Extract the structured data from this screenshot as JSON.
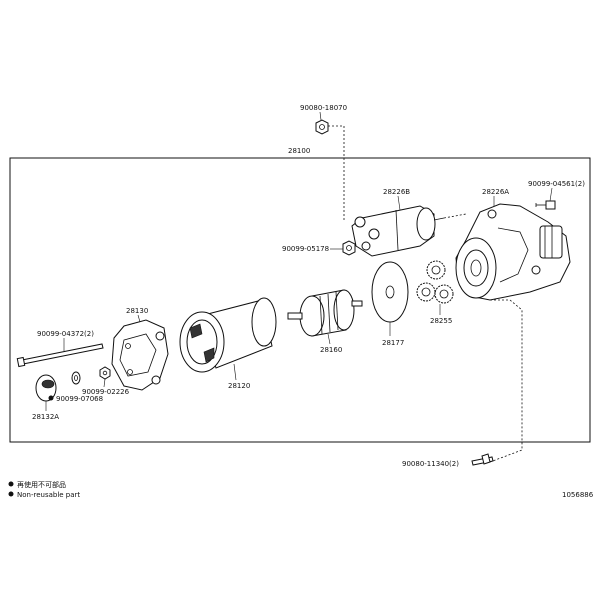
{
  "labels": {
    "bolt_top": "90080-18070",
    "assembly": "28100",
    "solenoid": "28226B",
    "end_frame": "28226A",
    "screw_right": "90099-04561(2)",
    "nut_mid": "90099-05178",
    "brush_holder": "28130",
    "through_bolt": "90099-04372(2)",
    "washer": "90099-02226",
    "ring": "90099-07068",
    "cap": "28132A",
    "yoke": "28120",
    "armature": "28160",
    "plate": "28177",
    "gear": "28255",
    "mount_bolt": "90080-11340(2)"
  },
  "legend": {
    "item1": "再使用不可部品",
    "item2": "Non-reusable part"
  },
  "diagram_id": "1056886"
}
